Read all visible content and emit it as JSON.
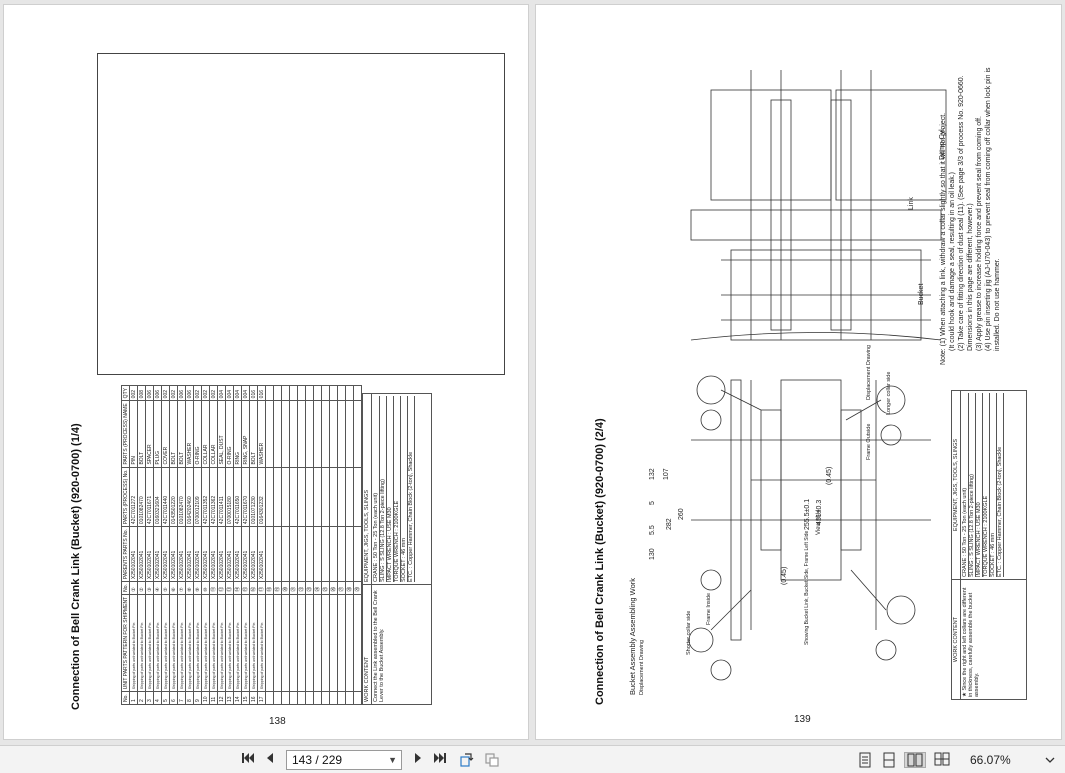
{
  "left_page": {
    "title": "Connection of Bell Crank Link (Bucket) (920-0700)",
    "subtitle": "(1/4)",
    "page_number": "138",
    "table_headers": [
      "No.",
      "UNIT PARTS PATTERN FOR SHIPMENT",
      "No.",
      "PARENTS PARTS No.",
      "PARTS (PROCESS) No.",
      "PARTS (PROCESS) NAME",
      "QTY"
    ],
    "rows": [
      [
        "1",
        "Shipping of parts unit welded to Bucket Pin",
        "①",
        "X250102041",
        "42C7011272",
        "PIN",
        "002"
      ],
      [
        "2",
        "Shipping of parts unit welded to Bucket Pin",
        "②",
        "X250102041",
        "0101082470",
        "BOLT",
        "008"
      ],
      [
        "3",
        "Shipping of parts unit welded to Bucket Pin",
        "③",
        "X250102041",
        "42C7011671",
        "SPACER",
        "006"
      ],
      [
        "4",
        "Shipping of parts unit welded to Bucket Pin",
        "④",
        "X250102041",
        "0160321604",
        "PLUG",
        "006"
      ],
      [
        "5",
        "Shipping of parts unit welded to Bucket Pin",
        "⑤",
        "X250102041",
        "42C7011440",
        "COVER",
        "002"
      ],
      [
        "6",
        "Shipping of parts unit welded to Bucket Pin",
        "⑥",
        "X250102041",
        "0143501220",
        "BOLT",
        "002"
      ],
      [
        "7",
        "Shipping of parts unit welded to Bucket Pin",
        "⑦",
        "X250102041",
        "0101082470",
        "BOLT",
        "006"
      ],
      [
        "8",
        "Shipping of parts unit welded to Bucket Pin",
        "⑧",
        "X250102041",
        "0164202460",
        "WASHER",
        "006"
      ],
      [
        "9",
        "Shipping of parts unit welded to Bucket Pin",
        "⑨",
        "X250102041",
        "0700012109",
        "O-RING",
        "002"
      ],
      [
        "10",
        "Shipping of parts unit welded to Bucket Pin",
        "⑩",
        "X250102041",
        "42C7011352",
        "COLLAR",
        "002"
      ],
      [
        "11",
        "Shipping of parts unit welded to Bucket Pin",
        "⑪",
        "X250102041",
        "42C7011362",
        "COLLAR",
        "002"
      ],
      [
        "12",
        "Shipping of parts unit welded to Bucket Pin",
        "⑫",
        "X250102041",
        "42C7011411",
        "SEAL, DUST",
        "004"
      ],
      [
        "13",
        "Shipping of parts unit welded to Bucket Pin",
        "⑬",
        "X250102041",
        "0700015180",
        "O-RING",
        "004"
      ],
      [
        "14",
        "Shipping of parts unit welded to Bucket Pin",
        "⑭",
        "X250102041",
        "42C7011650",
        "RING",
        "004"
      ],
      [
        "15",
        "Shipping of parts unit welded to Bucket Pin",
        "⑮",
        "X250102041",
        "42C7011670",
        "RING, SNAP",
        "004"
      ],
      [
        "16",
        "Shipping of parts unit welded to Bucket Pin",
        "⑯",
        "X250102041",
        "0101071230",
        "BOLT",
        "016"
      ],
      [
        "17",
        "Shipping of parts unit welded to Bucket Pin",
        "⑰",
        "X250102041",
        "0164301232",
        "WASHER",
        "016"
      ]
    ],
    "empty_row_numbers": [
      "⑱",
      "⑲",
      "⑳",
      "㉑",
      "㉒",
      "㉓",
      "㉔",
      "㉕",
      "㉖",
      "㉗",
      "㉘",
      "㉙"
    ],
    "work_content_header": "WORK CONTENT",
    "equipment_header": "EQUIPMENT, JIGS, TOOLS, SLINGS",
    "work_content": [
      "Connect the Link assembled to the Bell Crank Lever to the Bucket Assembly."
    ],
    "equipment": [
      "CRANE : 50 Ton - 25 Ton (each unit)",
      "SLING : S SLING (12.8 Ton 2-piece lifting)",
      "IMPACT WRENCH : USE M30",
      "TORQUE WRENCH : 2100KGLE",
      "SOCKET : 46 mm",
      "ETC. : Copper Hammer, Chain Block (2-ton), Shackle"
    ]
  },
  "right_page": {
    "title": "Connection of Bell Crank Link (Bucket) (920-0700)",
    "subtitle": "(2/4)",
    "section": "Bucket Assembly Assembling Work",
    "page_number": "139",
    "labels": {
      "damp_cyl": "Damp Cyl.",
      "link": "Link",
      "bucket": "Bucket",
      "displacement_drawing": "Displacement Drawing",
      "view": "View H-H",
      "longer_collar_side": "Longer collar side",
      "shorter_collar_side": "Shorter collar side",
      "frame_outside": "Frame Outside",
      "frame_inside": "Frame Inside",
      "showing_note": "Showing Bucket Link, Bucket Side, Frame Left Side",
      "dims": [
        "130",
        "5.5",
        "282",
        "260",
        "132",
        "107",
        "5",
        "255.5±0.1",
        "451±0.3",
        "(0.45)",
        "(0.45)"
      ]
    },
    "notes": [
      "Note: (1) When attaching a link, withdraw a collar slightly so that it will not project.",
      "(It could hook and damage a seal, resulting in an oil leak.)",
      "(2) Take care of fitting direction of dust seal (11). (See page 3/3 of process No. 920-0660. Dimensions in this page are different, however.)",
      "(3) Apply grease to increase holding force and prevent seal from coming off.",
      "(4) Use pin inserting jig (AJ-U70-043) to prevent seal from coming off collar when lock pin is installed. Do not use hammer."
    ],
    "work_content_header": "WORK CONTENT",
    "equipment_header": "EQUIPMENT, JIGS, TOOLS, SLINGS",
    "work_content": [
      "★ Since the right and left collars are different in thickness, carefully assemble the bucket assembly."
    ],
    "equipment": [
      "CRANE : 50 Ton - 25 Ton (each unit)",
      "SLING : S SLING (12.8 Ton 2-piece lifting)",
      "IMPACT WRENCH : USE M30",
      "TORQUE WRENCH : 2100KGLE",
      "SOCKET : 46 mm",
      "ETC. : Copper Hammer, Chain Block (2-ton), Shackle"
    ]
  },
  "toolbar": {
    "page_indicator": "143 / 229",
    "zoom": "66.07%"
  }
}
